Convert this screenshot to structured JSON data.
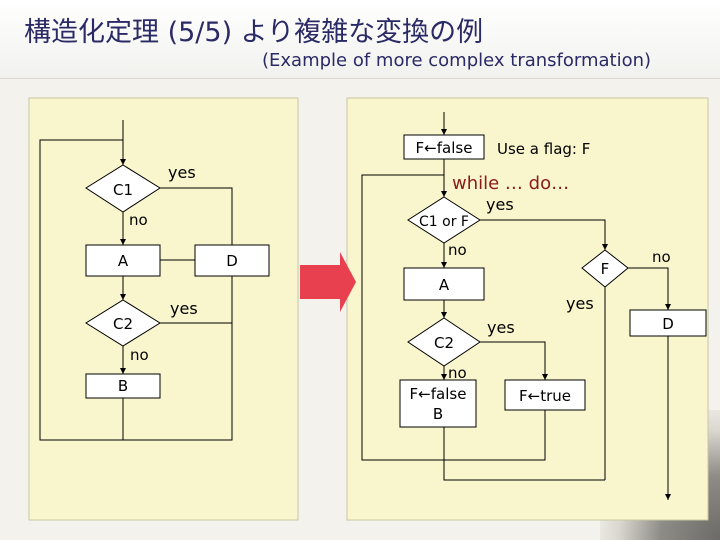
{
  "header": {
    "title": "構造化定理 (5/5) より複雑な変換の例",
    "subtitle": "(Example of more complex transformation)"
  },
  "left_flowchart": {
    "c1": "C1",
    "yes1": "yes",
    "no1": "no",
    "a": "A",
    "d": "D",
    "c2": "C2",
    "yes2": "yes",
    "no2": "no",
    "b": "B"
  },
  "right_flowchart": {
    "init_flag": "F←false",
    "flag_note": "Use a flag: F",
    "loop_note": "while … do…",
    "yes_top": "yes",
    "cond": "C1 or F",
    "no_cond": "no",
    "f": "F",
    "no_f": "no",
    "a": "A",
    "yes_f": "yes",
    "d": "D",
    "c2": "C2",
    "yes_c2": "yes",
    "no_c2": "no",
    "set_false": "F←false",
    "b": "B",
    "set_true": "F←true"
  },
  "colors": {
    "panel": "#f9f6cd",
    "arrow": "#e8404f",
    "title": "#2a2a66",
    "annotation": "#8b1a1a"
  }
}
